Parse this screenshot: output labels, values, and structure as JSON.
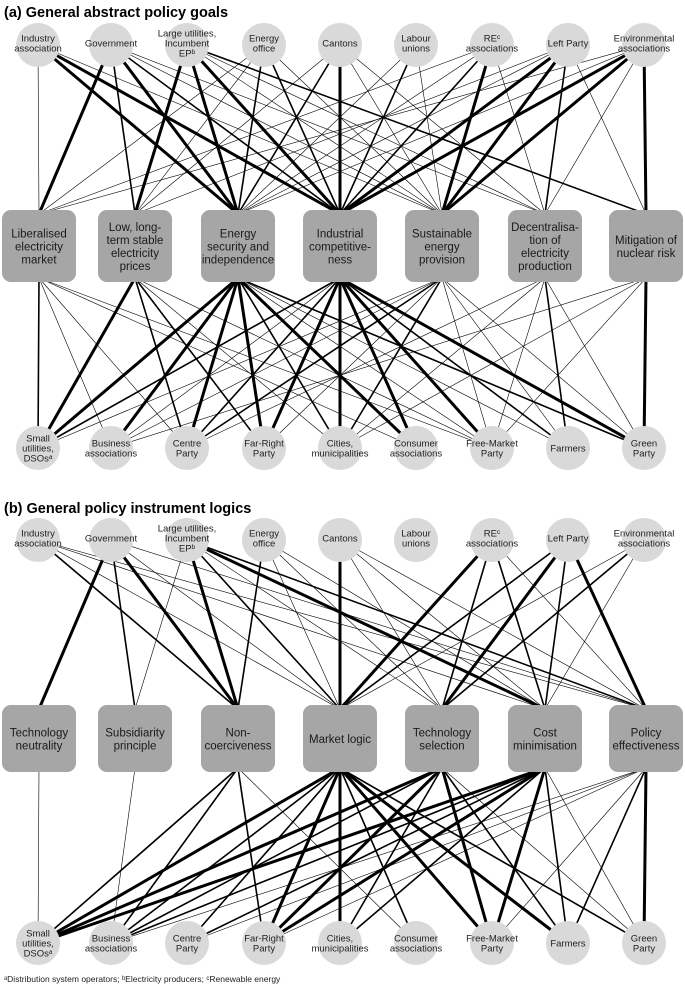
{
  "footnote": "ᵃDistribution system operators; ᵇElectricity producers; ᶜRenewable energy",
  "colors": {
    "node_fill": "#d9d9d9",
    "box_fill": "#a6a6a6",
    "line": "#000000"
  },
  "top_actors": [
    [
      "Industry",
      "association"
    ],
    [
      "Government"
    ],
    [
      "Large utilities,",
      "Incumbent",
      "EPᵇ"
    ],
    [
      "Energy",
      "office"
    ],
    [
      "Cantons"
    ],
    [
      "Labour",
      "unions"
    ],
    [
      "REᶜ",
      "associations"
    ],
    [
      "Left Party"
    ],
    [
      "Environmental",
      "associations"
    ]
  ],
  "bottom_actors": [
    [
      "Small",
      "utilities,",
      "DSOsᵃ"
    ],
    [
      "Business",
      "associations"
    ],
    [
      "Centre",
      "Party"
    ],
    [
      "Far-Right",
      "Party"
    ],
    [
      "Cities,",
      "municipalities"
    ],
    [
      "Consumer",
      "associations"
    ],
    [
      "Free-Market",
      "Party"
    ],
    [
      "Farmers"
    ],
    [
      "Green",
      "Party"
    ]
  ],
  "panels": [
    {
      "label": "(a)",
      "title": "General abstract policy goals",
      "boxes": [
        [
          "Liberalised",
          "electricity",
          "market"
        ],
        [
          "Low, long-",
          "term stable",
          "electricity",
          "prices"
        ],
        [
          "Energy",
          "security and",
          "independence"
        ],
        [
          "Industrial",
          "competitive-",
          "ness"
        ],
        [
          "Sustainable",
          "energy",
          "provision"
        ],
        [
          "Decentralisa-",
          "tion of",
          "electricity",
          "production"
        ],
        [
          "Mitigation of",
          "nuclear risk"
        ]
      ],
      "top_links": [
        [
          0,
          0,
          1
        ],
        [
          0,
          2,
          3
        ],
        [
          0,
          3,
          3
        ],
        [
          0,
          4,
          1
        ],
        [
          1,
          0,
          3
        ],
        [
          1,
          1,
          2
        ],
        [
          1,
          2,
          3
        ],
        [
          1,
          3,
          2
        ],
        [
          1,
          4,
          1
        ],
        [
          1,
          5,
          1
        ],
        [
          2,
          1,
          3
        ],
        [
          2,
          2,
          3
        ],
        [
          2,
          3,
          3
        ],
        [
          2,
          4,
          1
        ],
        [
          2,
          5,
          1
        ],
        [
          2,
          6,
          2
        ],
        [
          3,
          0,
          1
        ],
        [
          3,
          1,
          1
        ],
        [
          3,
          2,
          2
        ],
        [
          3,
          3,
          2
        ],
        [
          3,
          4,
          1
        ],
        [
          4,
          1,
          1
        ],
        [
          4,
          2,
          2
        ],
        [
          4,
          3,
          3
        ],
        [
          4,
          4,
          1
        ],
        [
          4,
          5,
          1
        ],
        [
          5,
          2,
          1
        ],
        [
          5,
          3,
          2
        ],
        [
          5,
          4,
          1
        ],
        [
          6,
          0,
          1
        ],
        [
          6,
          2,
          1
        ],
        [
          6,
          3,
          2
        ],
        [
          6,
          4,
          3
        ],
        [
          6,
          5,
          1
        ],
        [
          7,
          1,
          1
        ],
        [
          7,
          2,
          1
        ],
        [
          7,
          3,
          3
        ],
        [
          7,
          4,
          3
        ],
        [
          7,
          5,
          2
        ],
        [
          7,
          6,
          1
        ],
        [
          8,
          0,
          1
        ],
        [
          8,
          2,
          1
        ],
        [
          8,
          3,
          3
        ],
        [
          8,
          4,
          3
        ],
        [
          8,
          5,
          1
        ],
        [
          8,
          6,
          3
        ]
      ],
      "bottom_links": [
        [
          0,
          0,
          2
        ],
        [
          0,
          1,
          1
        ],
        [
          0,
          2,
          1
        ],
        [
          0,
          5,
          1
        ],
        [
          0,
          6,
          1
        ],
        [
          1,
          0,
          3
        ],
        [
          1,
          2,
          2
        ],
        [
          1,
          3,
          2
        ],
        [
          1,
          4,
          1
        ],
        [
          1,
          6,
          1
        ],
        [
          2,
          0,
          3
        ],
        [
          2,
          1,
          3
        ],
        [
          2,
          2,
          3
        ],
        [
          2,
          3,
          3
        ],
        [
          2,
          4,
          2
        ],
        [
          2,
          5,
          3
        ],
        [
          2,
          6,
          1
        ],
        [
          2,
          7,
          1
        ],
        [
          2,
          8,
          2
        ],
        [
          3,
          0,
          2
        ],
        [
          3,
          1,
          1
        ],
        [
          3,
          2,
          2
        ],
        [
          3,
          3,
          3
        ],
        [
          3,
          4,
          3
        ],
        [
          3,
          5,
          3
        ],
        [
          3,
          6,
          3
        ],
        [
          3,
          7,
          2
        ],
        [
          3,
          8,
          3
        ],
        [
          4,
          0,
          1
        ],
        [
          4,
          1,
          1
        ],
        [
          4,
          2,
          2
        ],
        [
          4,
          3,
          1
        ],
        [
          4,
          4,
          2
        ],
        [
          4,
          6,
          1
        ],
        [
          4,
          7,
          1
        ],
        [
          4,
          8,
          1
        ],
        [
          5,
          2,
          1
        ],
        [
          5,
          4,
          1
        ],
        [
          5,
          6,
          1
        ],
        [
          5,
          7,
          2
        ],
        [
          5,
          8,
          1
        ],
        [
          6,
          1,
          1
        ],
        [
          6,
          4,
          1
        ],
        [
          6,
          6,
          1
        ],
        [
          6,
          8,
          3
        ]
      ]
    },
    {
      "label": "(b)",
      "title": "General policy instrument logics",
      "boxes": [
        [
          "Technology",
          "neutrality"
        ],
        [
          "Subsidiarity",
          "principle"
        ],
        [
          "Non-",
          "coerciveness"
        ],
        [
          "Market logic"
        ],
        [
          "Technology",
          "selection"
        ],
        [
          "Cost",
          "minimisation"
        ],
        [
          "Policy",
          "effectiveness"
        ]
      ],
      "top_links": [
        [
          0,
          2,
          2
        ],
        [
          0,
          3,
          1
        ],
        [
          0,
          5,
          1
        ],
        [
          0,
          6,
          1
        ],
        [
          1,
          0,
          3
        ],
        [
          1,
          1,
          2
        ],
        [
          1,
          2,
          3
        ],
        [
          1,
          3,
          1
        ],
        [
          1,
          6,
          1
        ],
        [
          2,
          2,
          3
        ],
        [
          2,
          3,
          2
        ],
        [
          2,
          4,
          1
        ],
        [
          2,
          5,
          3
        ],
        [
          2,
          6,
          2
        ],
        [
          2,
          1,
          1
        ],
        [
          3,
          2,
          2
        ],
        [
          3,
          3,
          1
        ],
        [
          3,
          4,
          1
        ],
        [
          3,
          5,
          1
        ],
        [
          4,
          3,
          3
        ],
        [
          4,
          4,
          1
        ],
        [
          4,
          5,
          1
        ],
        [
          4,
          6,
          1
        ],
        [
          6,
          3,
          3
        ],
        [
          6,
          4,
          2
        ],
        [
          6,
          5,
          2
        ],
        [
          6,
          6,
          1
        ],
        [
          7,
          3,
          2
        ],
        [
          7,
          4,
          3
        ],
        [
          7,
          5,
          2
        ],
        [
          7,
          6,
          3
        ],
        [
          8,
          3,
          1
        ],
        [
          8,
          4,
          2
        ],
        [
          8,
          5,
          1
        ]
      ],
      "bottom_links": [
        [
          0,
          0,
          1
        ],
        [
          1,
          1,
          1
        ],
        [
          2,
          0,
          2
        ],
        [
          2,
          1,
          2
        ],
        [
          2,
          3,
          2
        ],
        [
          2,
          5,
          1
        ],
        [
          3,
          0,
          3
        ],
        [
          3,
          1,
          2
        ],
        [
          3,
          2,
          2
        ],
        [
          3,
          3,
          3
        ],
        [
          3,
          4,
          3
        ],
        [
          3,
          5,
          2
        ],
        [
          3,
          6,
          3
        ],
        [
          3,
          7,
          3
        ],
        [
          3,
          8,
          2
        ],
        [
          4,
          0,
          3
        ],
        [
          4,
          1,
          2
        ],
        [
          4,
          3,
          3
        ],
        [
          4,
          4,
          2
        ],
        [
          4,
          6,
          3
        ],
        [
          4,
          7,
          2
        ],
        [
          4,
          8,
          1
        ],
        [
          5,
          0,
          3
        ],
        [
          5,
          1,
          2
        ],
        [
          5,
          2,
          2
        ],
        [
          5,
          3,
          3
        ],
        [
          5,
          4,
          2
        ],
        [
          5,
          6,
          3
        ],
        [
          5,
          7,
          2
        ],
        [
          5,
          8,
          1
        ],
        [
          6,
          1,
          1
        ],
        [
          6,
          2,
          1
        ],
        [
          6,
          3,
          1
        ],
        [
          6,
          6,
          1
        ],
        [
          6,
          7,
          2
        ],
        [
          6,
          8,
          3
        ]
      ]
    }
  ]
}
